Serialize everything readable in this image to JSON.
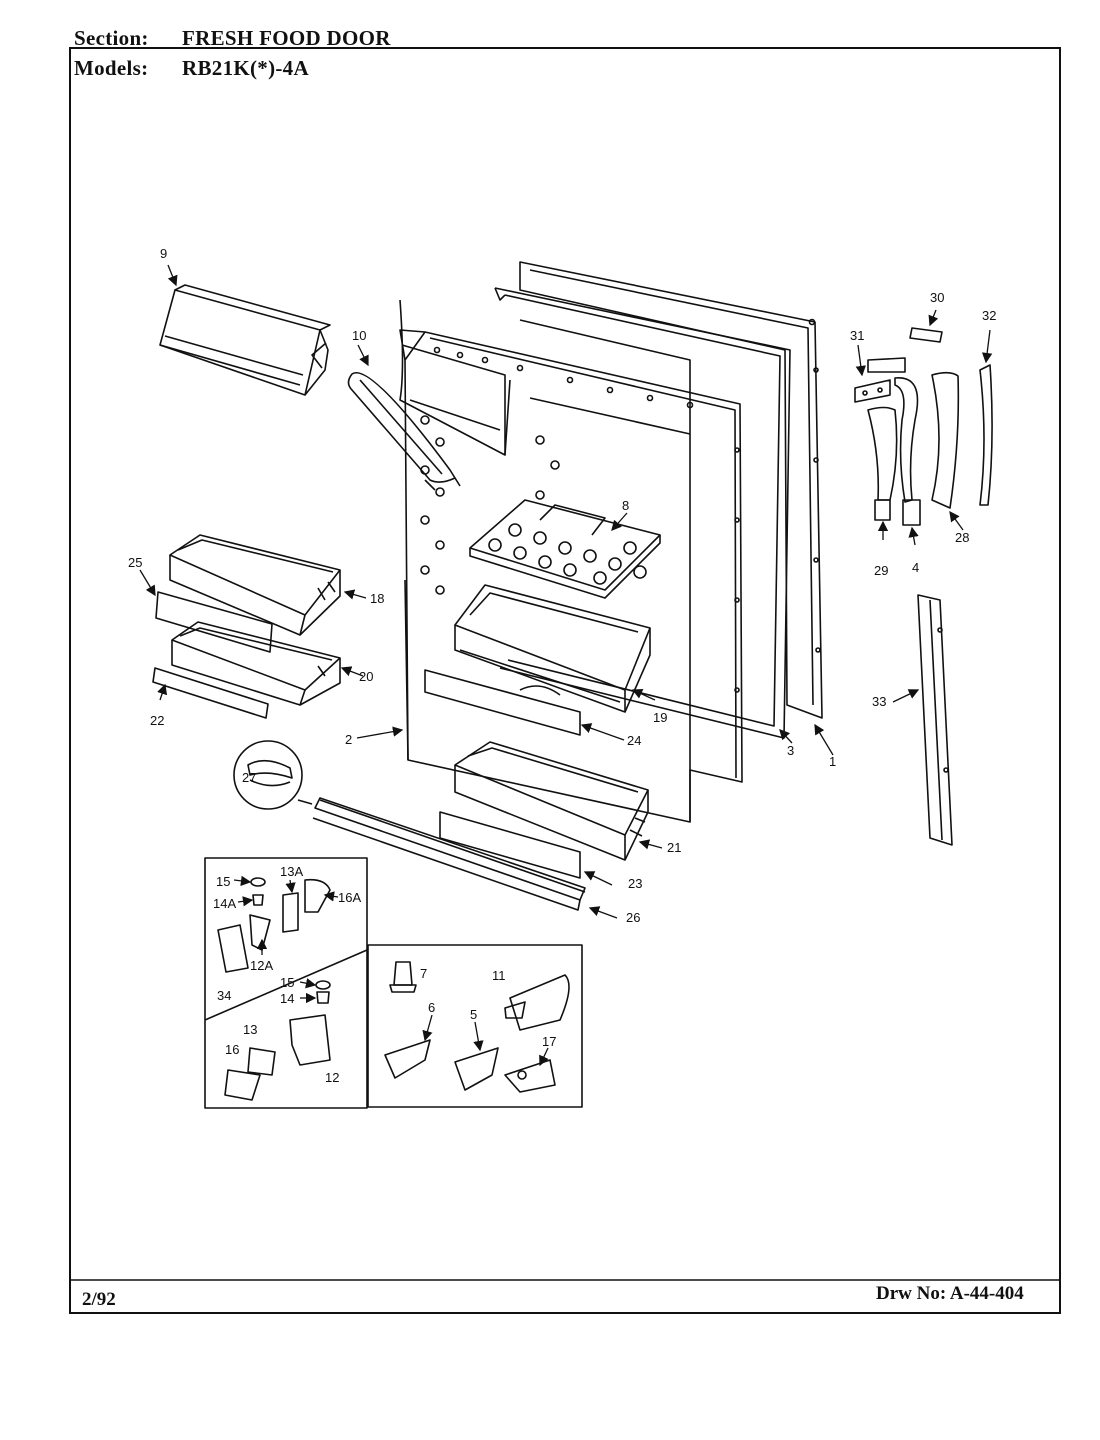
{
  "header": {
    "section_label": "Section:",
    "section_value": "FRESH FOOD DOOR",
    "models_label": "Models:",
    "models_value": "RB21K(*)-4A"
  },
  "footer": {
    "date": "2/92",
    "drawing_number": "Drw No: A-44-404"
  },
  "callouts": {
    "c1": "1",
    "c2": "2",
    "c3": "3",
    "c4": "4",
    "c5": "5",
    "c6": "6",
    "c7": "7",
    "c8": "8",
    "c9": "9",
    "c10": "10",
    "c11": "11",
    "c12": "12",
    "c12a": "12A",
    "c13": "13",
    "c13a": "13A",
    "c14": "14",
    "c14a": "14A",
    "c15a": "15",
    "c15b": "15",
    "c16": "16",
    "c16a": "16A",
    "c17": "17",
    "c18": "18",
    "c19": "19",
    "c20": "20",
    "c21": "21",
    "c22": "22",
    "c23": "23",
    "c24": "24",
    "c25": "25",
    "c26": "26",
    "c27": "27",
    "c28": "28",
    "c29": "29",
    "c30": "30",
    "c31": "31",
    "c32": "32",
    "c33": "33",
    "c34": "34"
  },
  "colors": {
    "ink": "#111111",
    "paper": "#ffffff"
  }
}
